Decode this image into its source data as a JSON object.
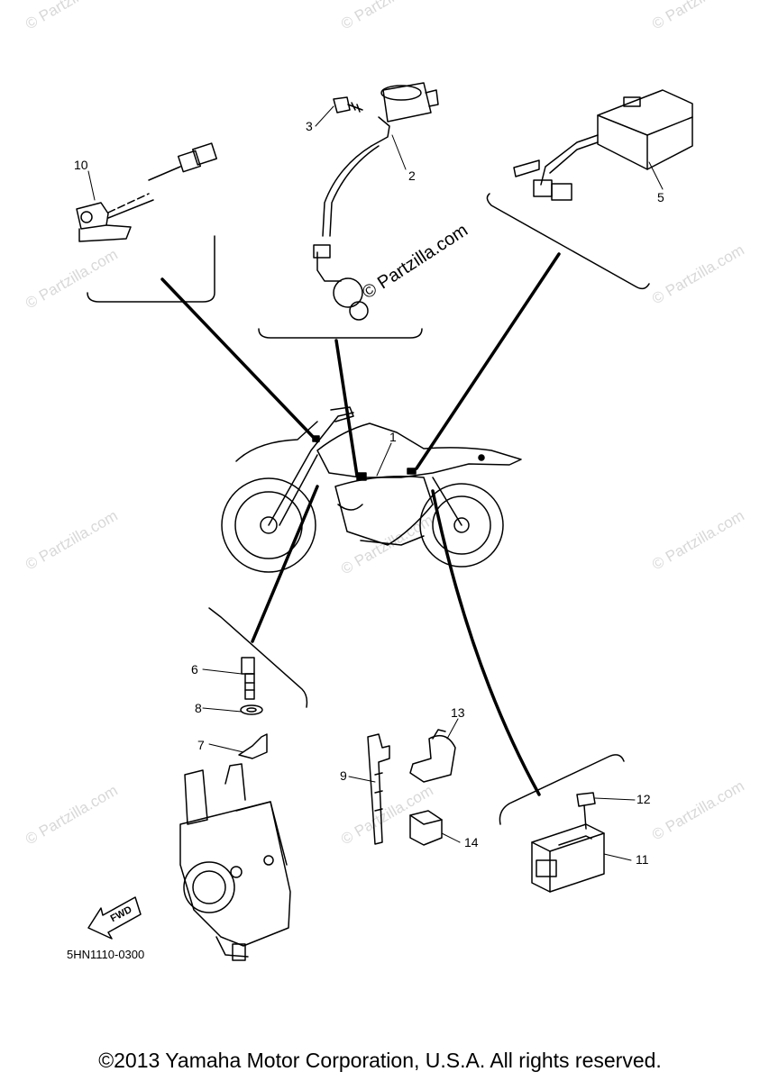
{
  "watermark": "© Partzilla.com",
  "callouts": {
    "c1": "1",
    "c2": "2",
    "c3": "3",
    "c5": "5",
    "c6": "6",
    "c7": "7",
    "c8": "8",
    "c9": "9",
    "c10": "10",
    "c11": "11",
    "c12": "12",
    "c13": "13",
    "c14": "14"
  },
  "fwd_label": "FWD",
  "part_code": "5HN1110-0300",
  "copyright": "©2013 Yamaha Motor Corporation, U.S.A. All rights reserved."
}
